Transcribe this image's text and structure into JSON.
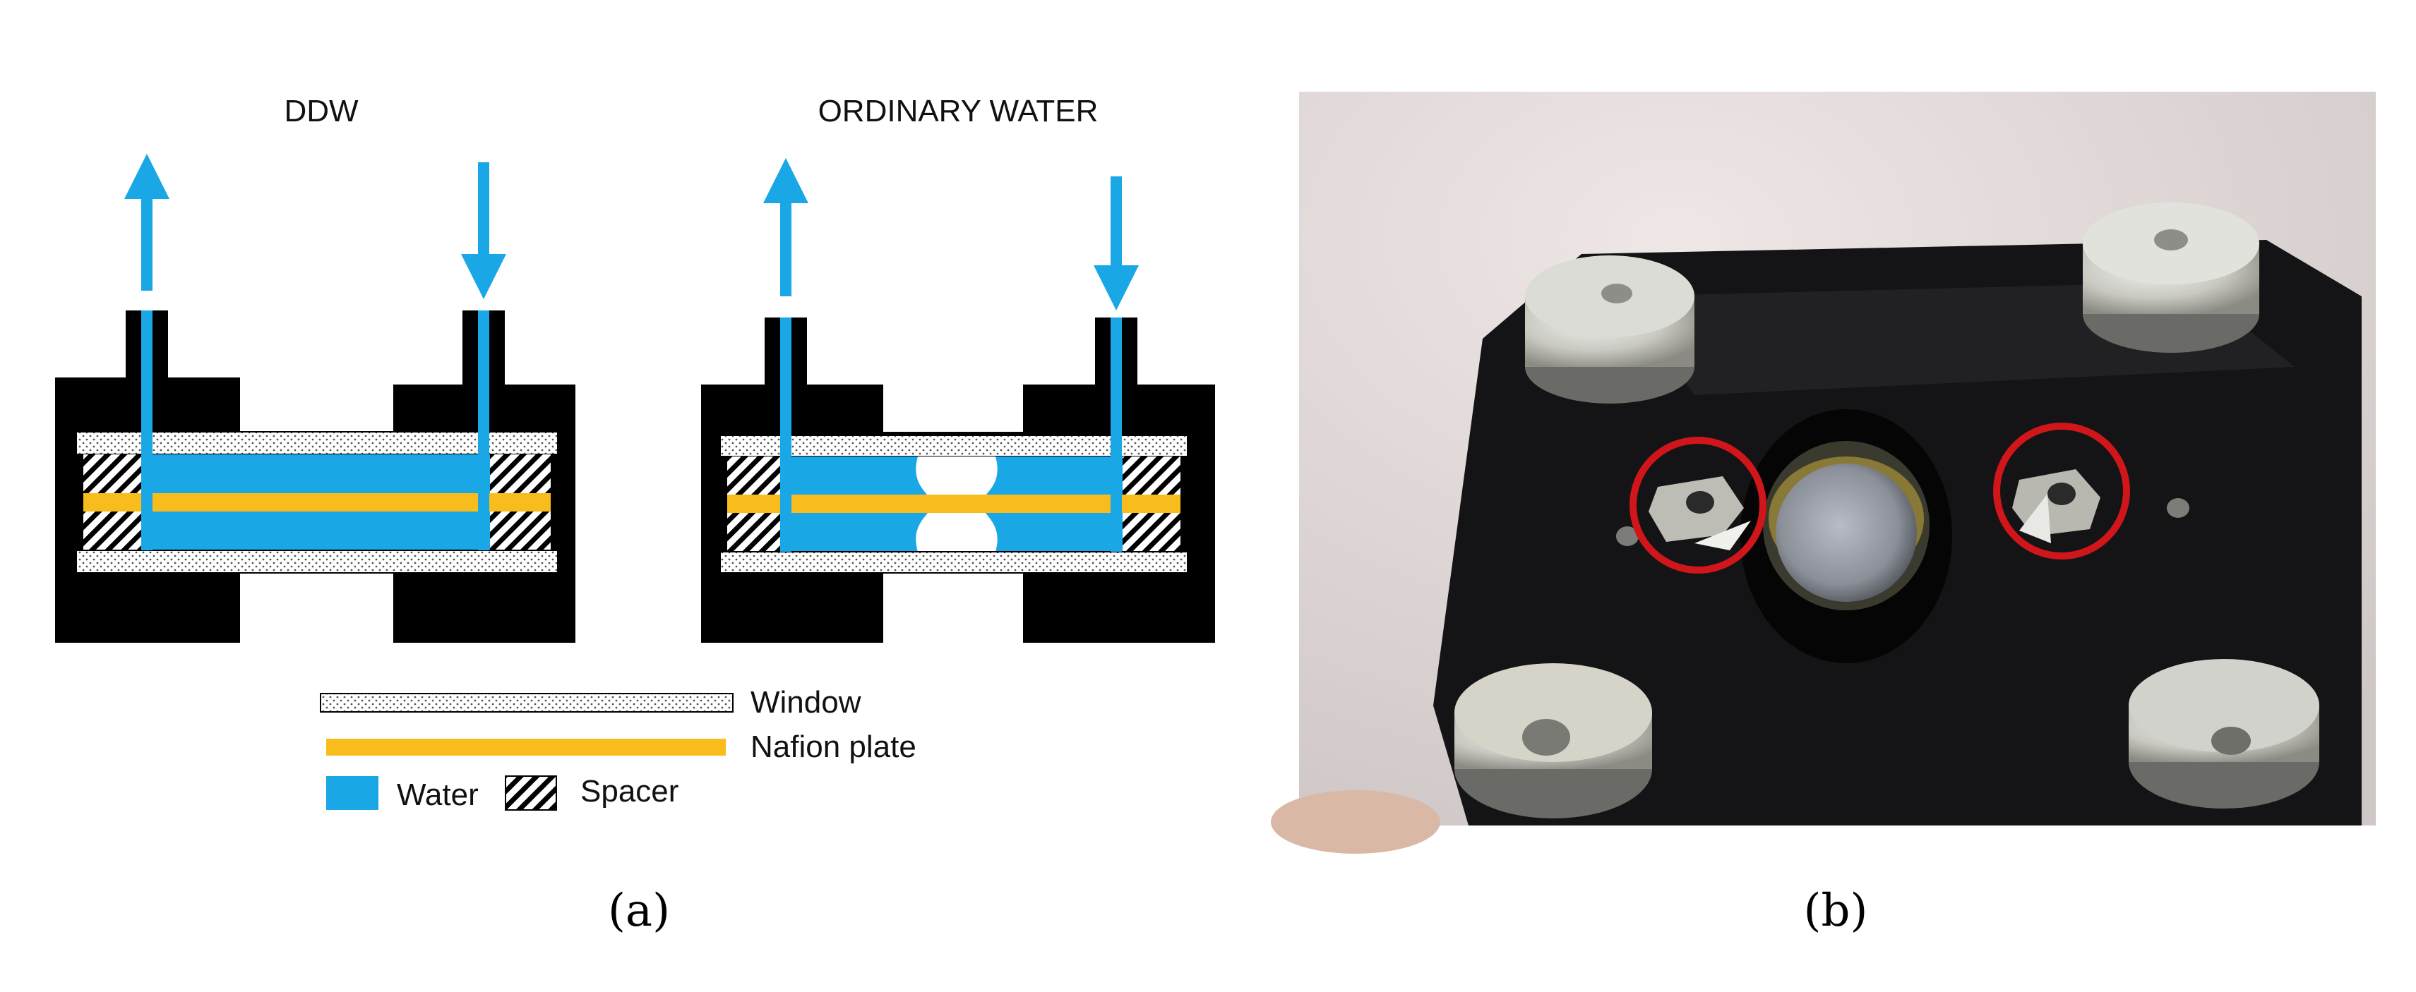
{
  "panel_a": {
    "cell_left_title": "DDW",
    "cell_right_title": "ORDINARY WATER",
    "legend": {
      "window": "Window",
      "nafion": "Nafion plate",
      "water": "Water",
      "spacer": "Spacer"
    },
    "caption": "(a)"
  },
  "panel_b": {
    "caption": "(b)"
  },
  "colors": {
    "water": "#19a7e6",
    "nafion": "#f8bd1c",
    "body": "#000000",
    "highlight_circle": "#d0161b"
  }
}
